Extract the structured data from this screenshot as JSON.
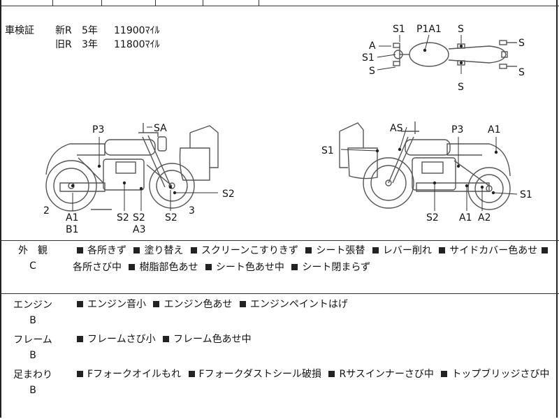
{
  "inspection": {
    "label": "車検証",
    "new": {
      "era": "新R",
      "years": "5年",
      "mileage": "11900ﾏｲﾙ"
    },
    "old": {
      "era": "旧R",
      "years": "3年",
      "mileage": "11800ﾏｲﾙ"
    }
  },
  "diagram_labels": {
    "top_view": [
      "S1",
      "P1A1",
      "S",
      "A",
      "S1",
      "S",
      "S",
      "S",
      "S"
    ],
    "left_view": [
      "P3",
      "SA",
      "2",
      "A1",
      "B1",
      "S2",
      "S2",
      "A3",
      "S2",
      "3",
      "S2"
    ],
    "right_view": [
      "AS",
      "P3",
      "A1",
      "S1",
      "S2",
      "A1",
      "A2",
      "S1"
    ]
  },
  "sections": [
    {
      "name": "外　観",
      "grade": "C",
      "items": [
        "各所きず",
        "塗り替え",
        "スクリーンこすりきず",
        "シート張替",
        "レバー削れ",
        "サイドカバー色あせ",
        "各所さび中",
        "樹脂部色あせ",
        "シート色あせ中",
        "シート閉まらず"
      ]
    },
    {
      "name": "エンジン",
      "grade": "B",
      "items": [
        "エンジン音小",
        "エンジン色あせ",
        "エンジンペイントはげ"
      ]
    },
    {
      "name": "フレーム",
      "grade": "B",
      "items": [
        "フレームさび小",
        "フレーム色あせ中"
      ]
    },
    {
      "name": "足まわり",
      "grade": "B",
      "items": [
        "Fフォークオイルもれ",
        "Fフォークダストシール破損",
        "Rサスインナーさび中",
        "トップブリッジさび中"
      ]
    }
  ]
}
